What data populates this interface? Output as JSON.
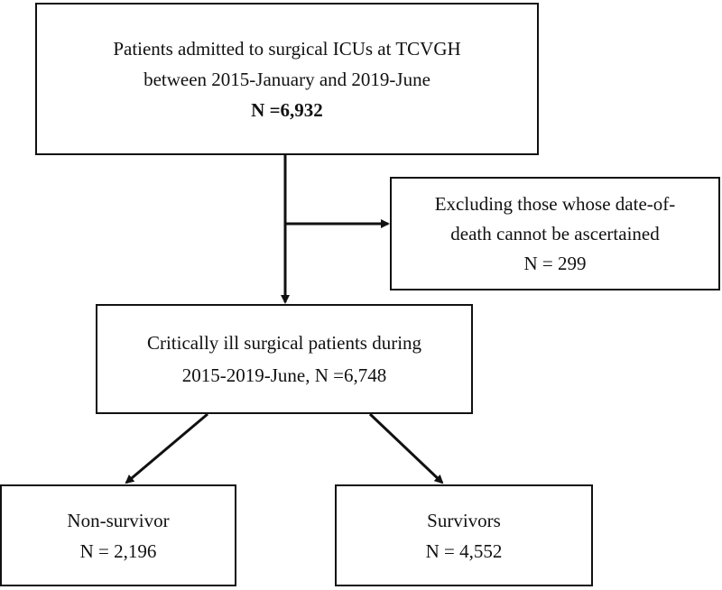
{
  "flowchart": {
    "top_box": {
      "line1": "Patients admitted to surgical ICUs at TCVGH",
      "line2": "between 2015-January and 2019-June",
      "line3": "N =6,932"
    },
    "exclusion_box": {
      "line1": "Excluding those whose date-of-",
      "line2": "death cannot be ascertained",
      "line3": "N = 299"
    },
    "middle_box": {
      "line1": "Critically ill surgical patients during",
      "line2": "2015-2019-June, N =6,748"
    },
    "non_survivor_box": {
      "line1": "Non-survivor",
      "line2": "N = 2,196"
    },
    "survivor_box": {
      "line1": "Survivors",
      "line2": "N = 4,552"
    }
  },
  "colors": {
    "stroke": "#111111",
    "background": "#ffffff"
  }
}
